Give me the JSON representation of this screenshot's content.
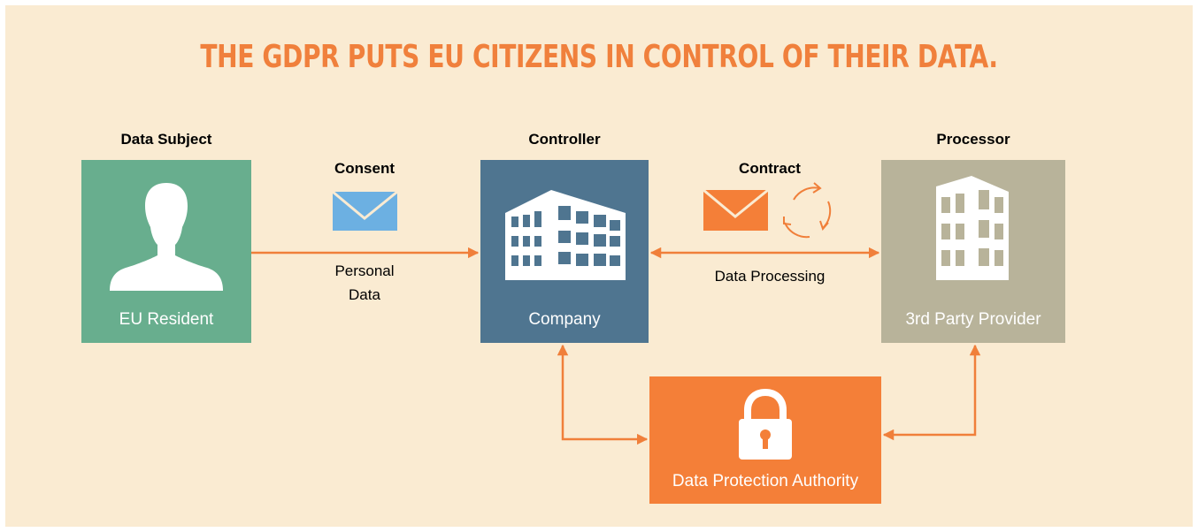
{
  "title": "THE GDPR PUTS EU CITIZENS IN CONTROL OF THEIR DATA.",
  "roles": {
    "data_subject": "Data Subject",
    "controller": "Controller",
    "processor": "Processor"
  },
  "boxes": {
    "eu_resident": {
      "label": "EU Resident",
      "color": "#68ae8e",
      "icon": "person-icon"
    },
    "company": {
      "label": "Company",
      "color": "#4f7590",
      "icon": "office-building-icon"
    },
    "third_party": {
      "label": "3rd Party Provider",
      "color": "#b8b39a",
      "icon": "office-building-icon"
    },
    "dpa": {
      "label": "Data Protection Authority",
      "color": "#f47f38",
      "icon": "padlock-icon"
    }
  },
  "edges": {
    "consent_label": "Consent",
    "personal_data_line1": "Personal",
    "personal_data_line2": "Data",
    "contract_label": "Contract",
    "data_processing_label": "Data Processing"
  },
  "colors": {
    "background": "#faebd2",
    "accent": "#f0803c",
    "arrow": "#f07f3a",
    "consent_envelope": "#6cb0e2",
    "contract_envelope": "#f47f38"
  }
}
